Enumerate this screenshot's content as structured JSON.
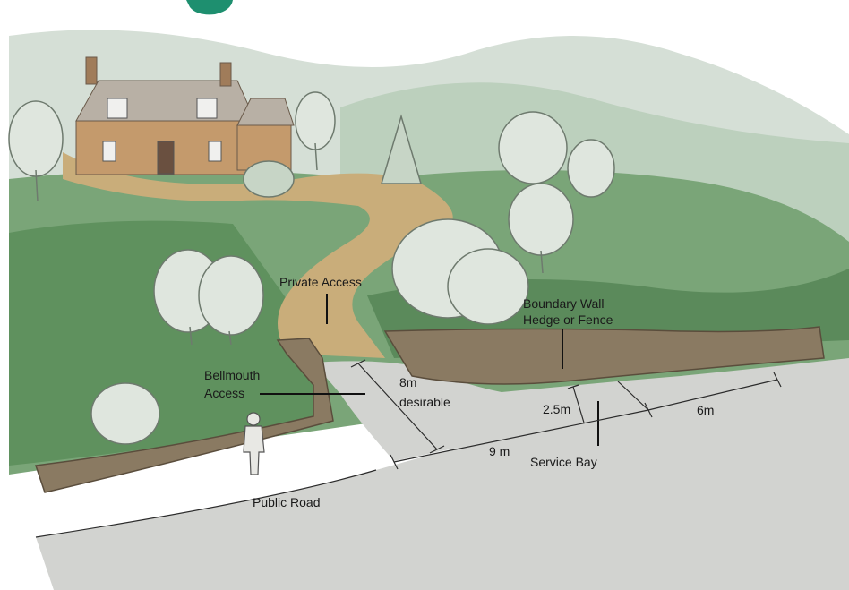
{
  "colors": {
    "sky": "#ffffff",
    "hill_far": "#d5dfd6",
    "hill_mid": "#9fbf9f",
    "grass": "#6e9c6c",
    "grass_dark": "#5b8a5b",
    "gravel": "#c9ad7a",
    "road": "#d2d3d0",
    "wall": "#8a7a62",
    "house_wall": "#c49a6c",
    "roof": "#b8b0a5",
    "tree_leaf": "#dfe6de",
    "tree_line": "#6e7a6e",
    "title_accent": "#1e8f6f"
  },
  "labels": {
    "private_access": "Private Access",
    "bellmouth_line1": "Bellmouth",
    "bellmouth_line2": "Access",
    "boundary_line1": "Boundary Wall",
    "boundary_line2": "Hedge or Fence",
    "public_road": "Public Road",
    "service_bay": "Service Bay"
  },
  "dimensions": {
    "eight_m_line1": "8m",
    "eight_m_line2": "desirable",
    "nine_m": "9 m",
    "two_five_m": "2.5m",
    "six_m": "6m"
  },
  "icons": {
    "house": "house-icon",
    "tree": "tree-icon",
    "person": "person-icon",
    "wall": "stone-wall-icon"
  }
}
